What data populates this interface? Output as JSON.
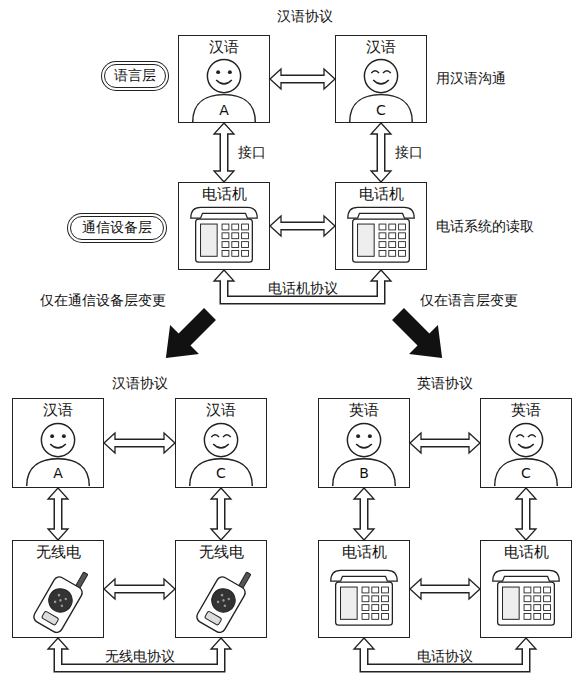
{
  "diagram": {
    "nodes": [
      {
        "text": [
          "语言层"
        ]
      },
      {
        "text": [
          "汉语",
          "A"
        ]
      },
      {
        "text": [
          "汉语",
          "C"
        ]
      },
      {
        "text": [
          "通信设备层"
        ]
      },
      {
        "text": [
          "电话机"
        ]
      },
      {
        "text": [
          "电话机"
        ]
      },
      {
        "text": [
          "汉语",
          "A"
        ]
      },
      {
        "text": [
          "汉语",
          "C"
        ]
      },
      {
        "text": [
          "英语",
          "B"
        ]
      },
      {
        "text": [
          "英语",
          "C"
        ]
      },
      {
        "text": [
          "无线电"
        ]
      },
      {
        "text": [
          "无线电"
        ]
      },
      {
        "text": [
          "电话机"
        ]
      },
      {
        "text": [
          "电话机"
        ]
      }
    ],
    "edges": [
      {
        "from": 1,
        "to": 2,
        "arrow": "both"
      },
      {
        "from": 1,
        "to": 4,
        "label": "接口",
        "arrow": "both"
      },
      {
        "from": 2,
        "to": 5,
        "label": "接口",
        "arrow": "both"
      },
      {
        "from": 4,
        "to": 5,
        "arrow": "both"
      },
      {
        "from": 4,
        "to": 5,
        "label": "电话机协议",
        "arrow": "both"
      },
      {
        "from": 6,
        "to": 7,
        "arrow": "both"
      },
      {
        "from": 6,
        "to": 10,
        "arrow": "both"
      },
      {
        "from": 7,
        "to": 11,
        "arrow": "both"
      },
      {
        "from": 10,
        "to": 11,
        "arrow": "both"
      },
      {
        "from": 10,
        "to": 11,
        "label": "无线电协议",
        "arrow": "both"
      },
      {
        "from": 8,
        "to": 9,
        "arrow": "both"
      },
      {
        "from": 8,
        "to": 12,
        "arrow": "both"
      },
      {
        "from": 9,
        "to": 13,
        "arrow": "both"
      },
      {
        "from": 12,
        "to": 13,
        "arrow": "both"
      },
      {
        "from": 12,
        "to": 13,
        "label": "电话协议",
        "arrow": "both"
      }
    ],
    "labels": [
      "汉语协议",
      "用汉语沟通",
      "电话系统的读取",
      "仅在通信设备层变更",
      "仅在语言层变更",
      "汉语协议",
      "英语协议"
    ]
  }
}
